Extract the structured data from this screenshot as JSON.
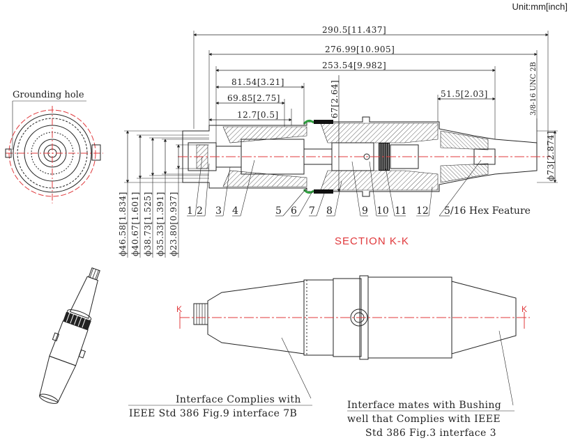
{
  "header": {
    "unit_label": "Unit:mm[inch]"
  },
  "labels": {
    "grounding_hole": "Grounding hole",
    "section": "SECTION K-K",
    "hex_feature": "5/16 Hex Feature",
    "thread": "3/8-16 UNC 2B",
    "section_mark": "K"
  },
  "dimensions": {
    "overall_length": "290.5[11.437]",
    "length_2": "276.99[10.905]",
    "length_3": "253.54[9.982]",
    "length_4": "81.54[3.21]",
    "length_5": "69.85[2.75]",
    "length_6": "12.7[0.5]",
    "length_7": "51.5[2.03]",
    "vertical_67": "67[2.64]",
    "dia_73": "ϕ73[2.874]",
    "dia_46": "ϕ46.58[1.834]",
    "dia_40": "ϕ40.67[1.601]",
    "dia_38": "ϕ38.73[1.525]",
    "dia_35": "ϕ35.33[1.391]",
    "dia_23": "ϕ23.80[0.937]"
  },
  "callouts": [
    "1",
    "2",
    "3",
    "4",
    "5",
    "6",
    "7",
    "8",
    "9",
    "10",
    "11",
    "12"
  ],
  "notes": {
    "left_line1": "Interface Complies with",
    "left_line2": "IEEE Std 386 Fig.9 interface 7B",
    "right_line1": "Interface mates with Bushing",
    "right_line2": "well that Complies with IEEE",
    "right_line3": "Std 386 Fig.3 interface 3"
  },
  "colors": {
    "accent_red": "#e0383b",
    "seal_green": "#2e9e3e",
    "line": "#222222"
  }
}
